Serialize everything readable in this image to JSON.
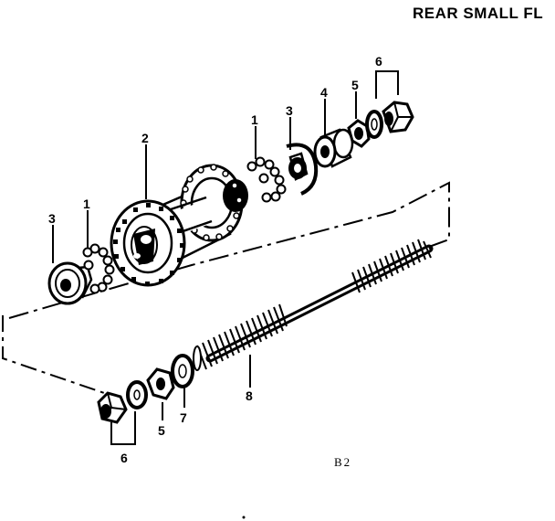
{
  "diagram": {
    "title": "REAR SMALL FL",
    "figure_id": "B2",
    "callouts": {
      "balls_upper": "1",
      "balls_lower": "1",
      "hub": "2",
      "cone_upper": "3",
      "cone_lower": "3",
      "spacer": "4",
      "lockwasher_upper": "5",
      "lockwasher_lower": "5",
      "nut_washer_upper": "6",
      "nut_washer_lower": "6",
      "washer": "7",
      "axle": "8"
    }
  }
}
